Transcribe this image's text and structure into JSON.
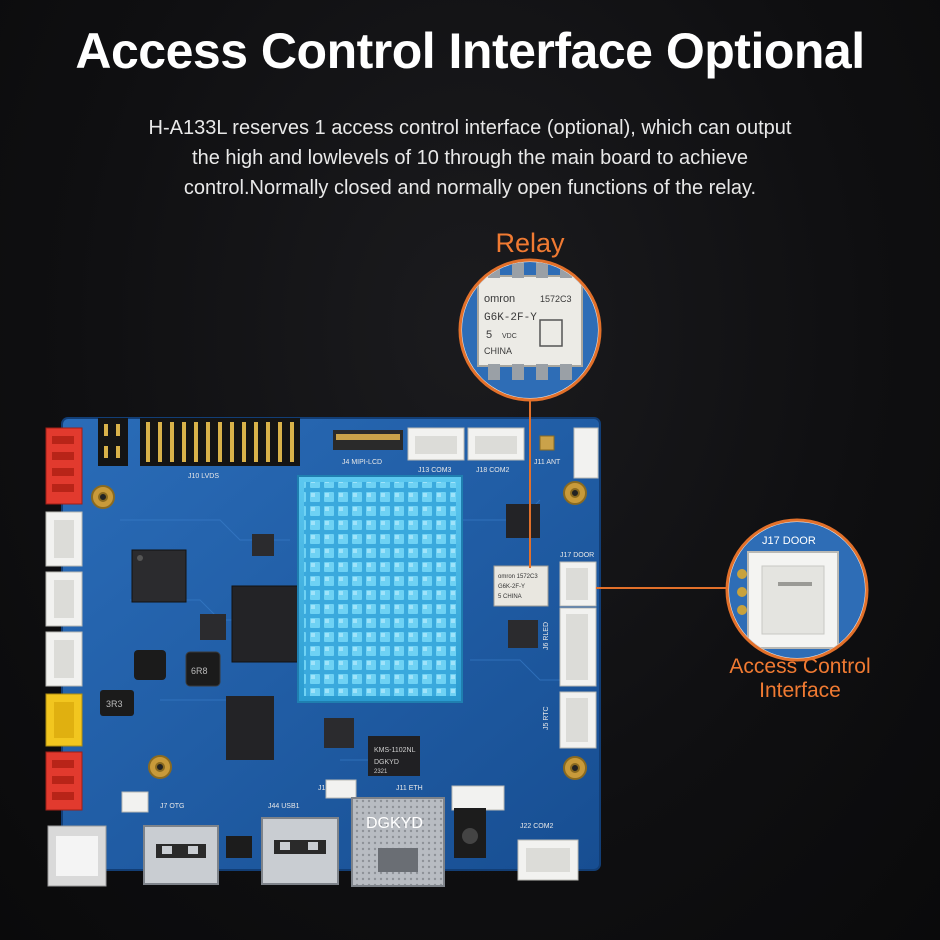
{
  "header": {
    "title": "Access Control Interface Optional",
    "description_lines": [
      "H-A133L reserves 1 access control interface (optional), which can output",
      "the high and lowlevels of 10 through the main board to achieve",
      "control.Normally closed and normally open functions of the relay."
    ]
  },
  "callouts": {
    "relay": {
      "label": "Relay",
      "chip_text": [
        "omron",
        "1572C3",
        "G6K-2F-Y",
        "5",
        "VDC",
        "CHINA"
      ]
    },
    "access_control": {
      "label_lines": [
        "Access Control",
        "Interface"
      ],
      "connector_text": "J17 DOOR"
    }
  },
  "board": {
    "labels": {
      "lvds": "J10 LVDS",
      "mipi": "J4 MIPI-LCD",
      "com3": "J13 COM3",
      "com2": "J18 COM2",
      "ant": "J11 ANT",
      "door": "J17 DOOR",
      "rled": "J6 RLED",
      "rtc": "J5 RTC",
      "poe": "J13 POE",
      "eth": "J11 ETH",
      "usb1": "J44 USB1",
      "otg": "J7 OTG",
      "com2_bottom": "J22 COM2",
      "magnetics": "DGKYD",
      "magnetics_part": "KMS-1102NL",
      "magnetics_code": "2321",
      "rj45_brand": "DGKYD",
      "inductor": "6R8",
      "inductor2": "3R3"
    }
  },
  "colors": {
    "accent": "#f07a32",
    "background": "#0d0d0f",
    "pcb": "#1f5fa8",
    "heatsink": "#3ab6e6"
  }
}
